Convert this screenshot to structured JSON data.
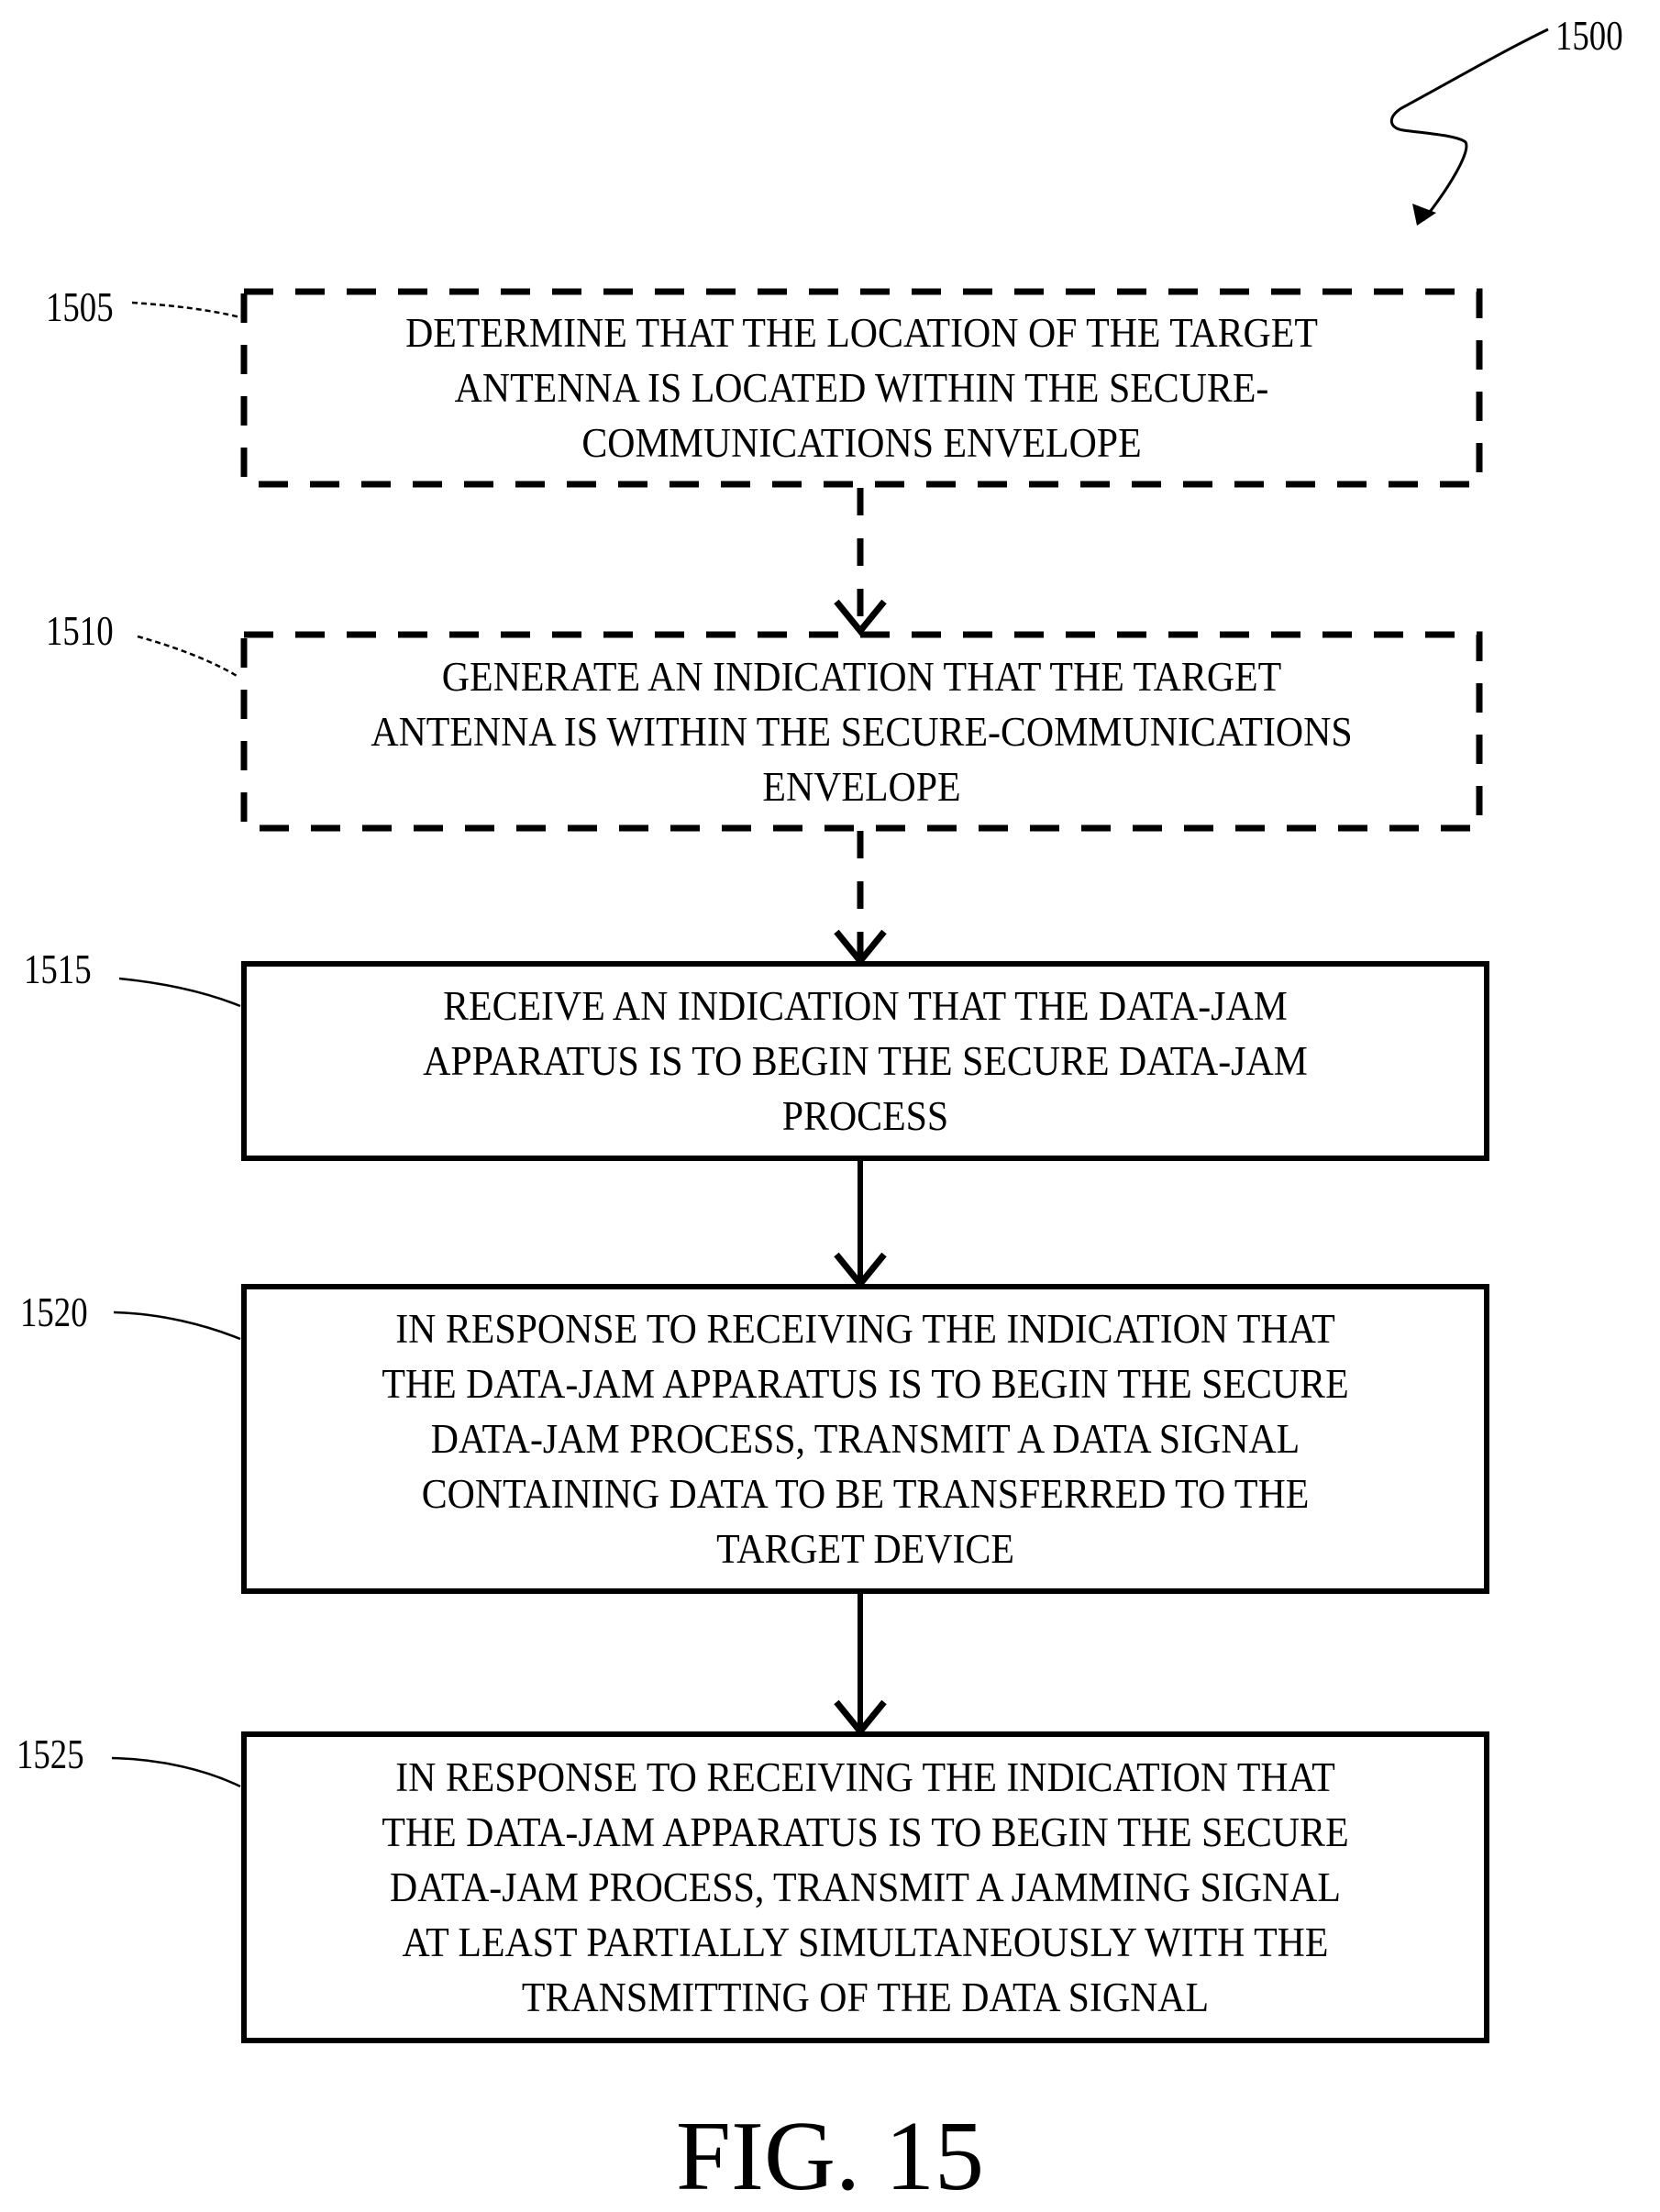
{
  "figure": {
    "number_label": "1500",
    "caption": "FIG. 15"
  },
  "steps": [
    {
      "ref": "1505",
      "style": "dashed",
      "lines": [
        "DETERMINE THAT THE LOCATION OF THE TARGET",
        "ANTENNA IS LOCATED WITHIN THE SECURE-",
        "COMMUNICATIONS ENVELOPE"
      ]
    },
    {
      "ref": "1510",
      "style": "dashed",
      "lines": [
        "GENERATE AN INDICATION THAT THE TARGET",
        "ANTENNA IS WITHIN THE SECURE-COMMUNICATIONS",
        "ENVELOPE"
      ]
    },
    {
      "ref": "1515",
      "style": "solid",
      "lines": [
        "RECEIVE AN INDICATION THAT THE DATA-JAM",
        "APPARATUS IS TO BEGIN THE SECURE DATA-JAM",
        "PROCESS"
      ]
    },
    {
      "ref": "1520",
      "style": "solid",
      "lines": [
        "IN RESPONSE TO RECEIVING THE INDICATION THAT",
        "THE DATA-JAM APPARATUS IS TO BEGIN THE SECURE",
        "DATA-JAM PROCESS, TRANSMIT A  DATA SIGNAL",
        "CONTAINING DATA TO BE TRANSFERRED TO THE",
        "TARGET DEVICE"
      ]
    },
    {
      "ref": "1525",
      "style": "solid",
      "lines": [
        "IN RESPONSE TO RECEIVING THE INDICATION THAT",
        "THE DATA-JAM APPARATUS IS TO BEGIN THE SECURE",
        "DATA-JAM PROCESS, TRANSMIT A  JAMMING SIGNAL",
        "AT LEAST PARTIALLY SIMULTANEOUSLY  WITH THE",
        "TRANSMITTING OF THE DATA SIGNAL"
      ]
    }
  ],
  "connectors": [
    {
      "from": "1505",
      "to": "1510",
      "style": "dashed"
    },
    {
      "from": "1510",
      "to": "1515",
      "style": "dashed"
    },
    {
      "from": "1515",
      "to": "1520",
      "style": "solid"
    },
    {
      "from": "1520",
      "to": "1525",
      "style": "solid"
    }
  ]
}
